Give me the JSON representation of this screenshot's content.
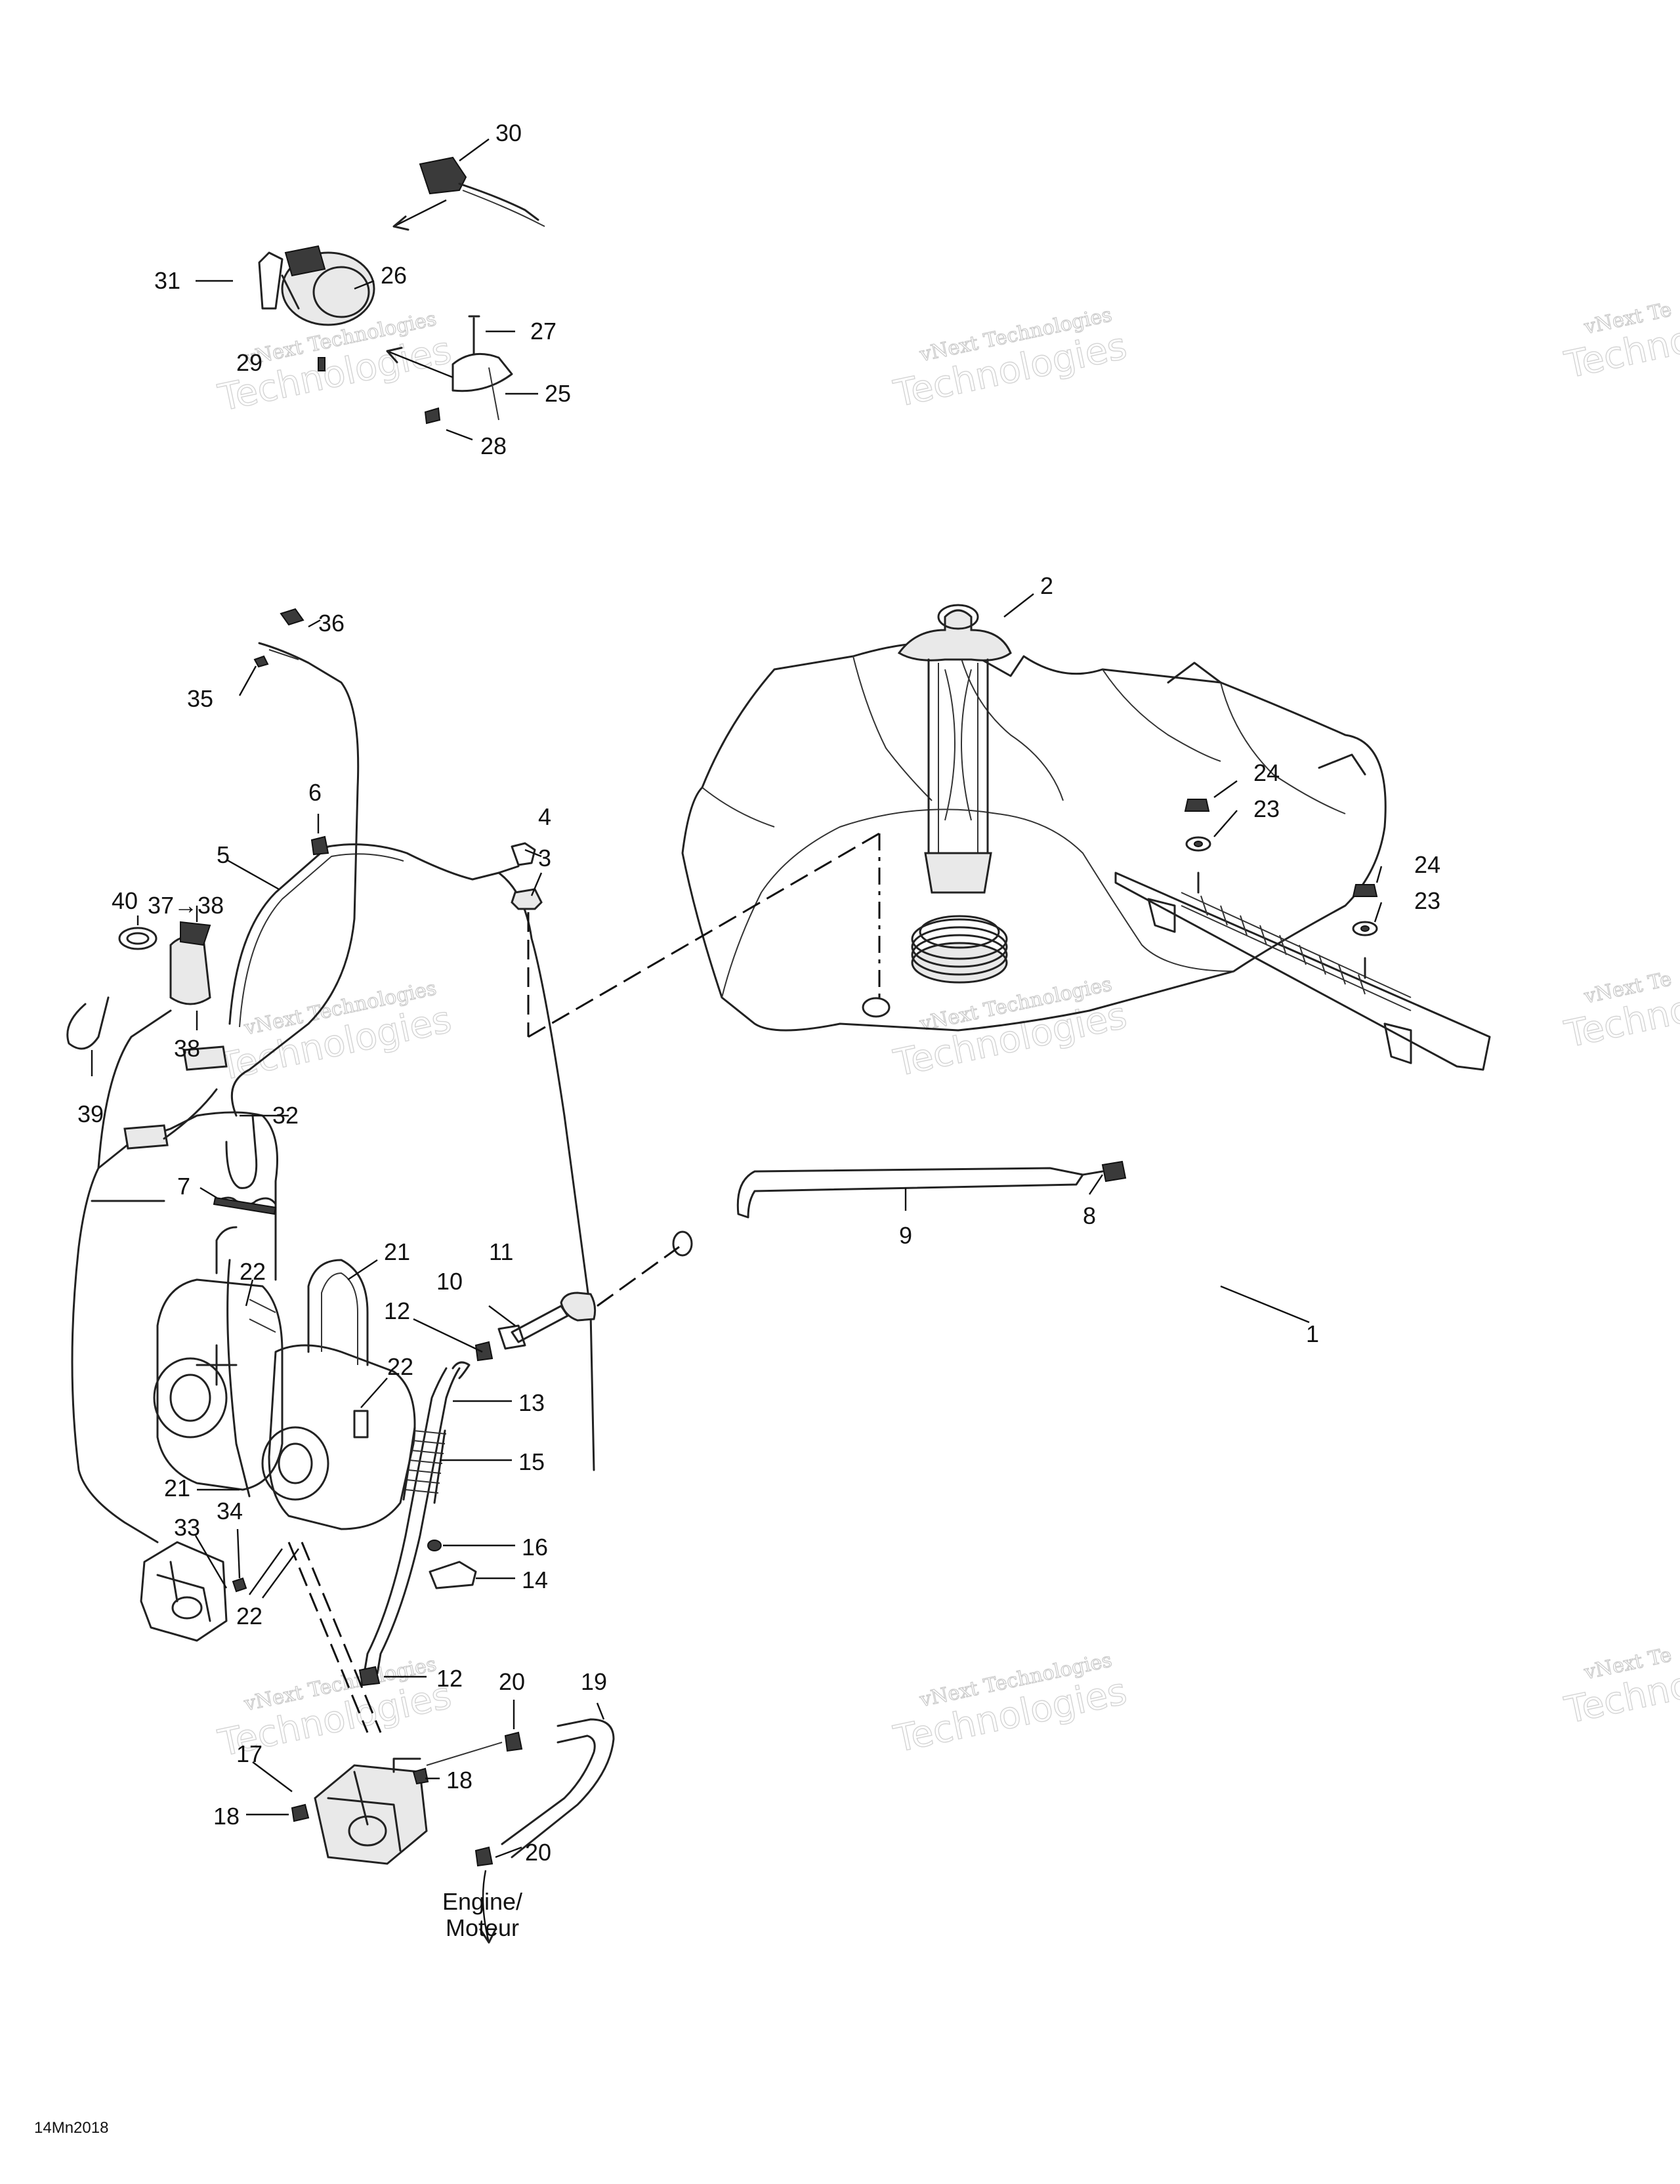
{
  "diagram": {
    "callouts": [
      "1",
      "2",
      "3",
      "4",
      "5",
      "6",
      "7",
      "8",
      "9",
      "10",
      "11",
      "12",
      "12",
      "13",
      "14",
      "15",
      "16",
      "17",
      "18",
      "18",
      "19",
      "20",
      "20",
      "21",
      "21",
      "22",
      "22",
      "22",
      "23",
      "23",
      "24",
      "24",
      "25",
      "26",
      "27",
      "28",
      "29",
      "30",
      "31",
      "32",
      "33",
      "34",
      "35",
      "36",
      "37→38",
      "38",
      "39",
      "40"
    ],
    "caption_line1": "Engine/",
    "caption_line2": "Moteur",
    "drawing_code": "14Mn2018",
    "watermark_small": "vNext Technologies",
    "watermark_big": "Technologies",
    "watermark_partial_small": "vNext Te",
    "watermark_partial_big": "Technolo"
  }
}
